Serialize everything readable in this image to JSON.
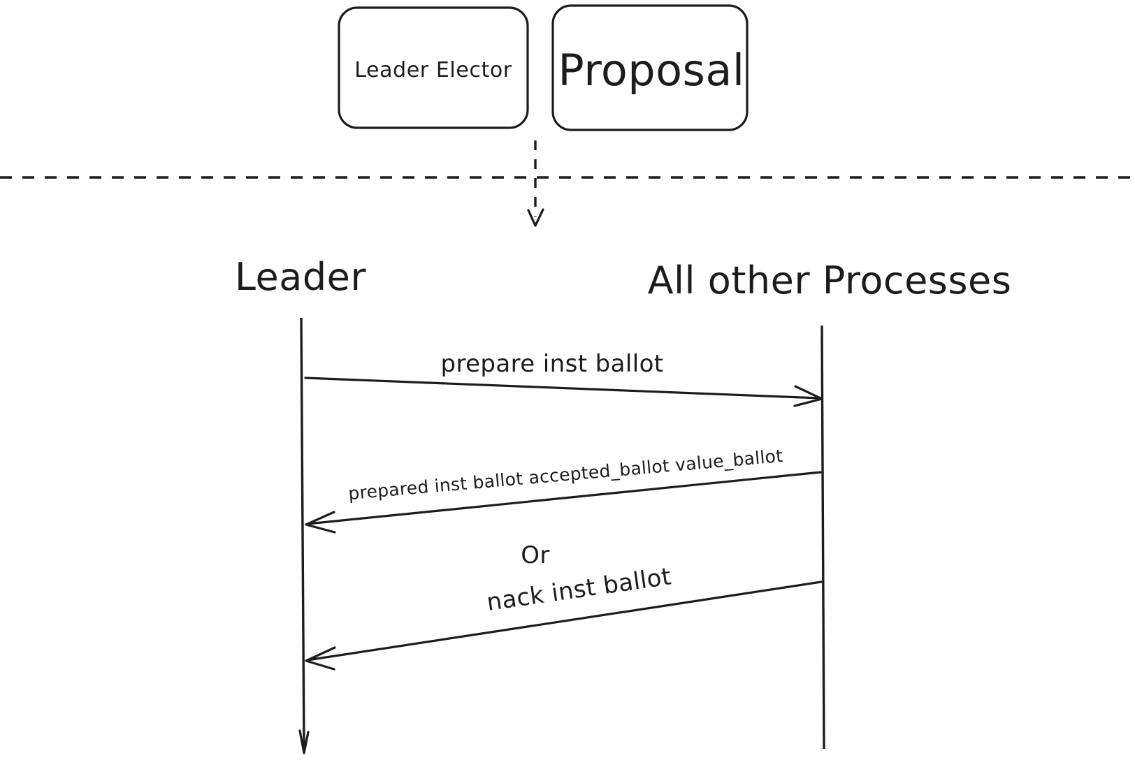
{
  "diagram": {
    "title_area": {
      "boxes": [
        {
          "id": "leader-elector",
          "label": "Leader Elector"
        },
        {
          "id": "proposal",
          "label": "Proposal"
        }
      ]
    },
    "separator": {
      "type": "dashed-horizontal-line",
      "flow_arrow": "dashed-down-arrow"
    },
    "sequence": {
      "participants": [
        {
          "id": "leader",
          "label": "Leader"
        },
        {
          "id": "all-other-processes",
          "label": "All other Processes"
        }
      ],
      "messages": [
        {
          "id": "prepare",
          "label": "prepare inst ballot",
          "from": "leader",
          "to": "all-other-processes",
          "direction": "right"
        },
        {
          "id": "prepared",
          "label": "prepared inst ballot accepted_ballot value_ballot",
          "from": "all-other-processes",
          "to": "leader",
          "direction": "left"
        },
        {
          "id": "or",
          "label": "Or",
          "kind": "alternative-separator"
        },
        {
          "id": "nack",
          "label": "nack inst ballot",
          "from": "all-other-processes",
          "to": "leader",
          "direction": "left"
        }
      ]
    },
    "colors": {
      "stroke": "#1c1c1c",
      "background": "#ffffff",
      "text": "#1c1c1c"
    }
  }
}
